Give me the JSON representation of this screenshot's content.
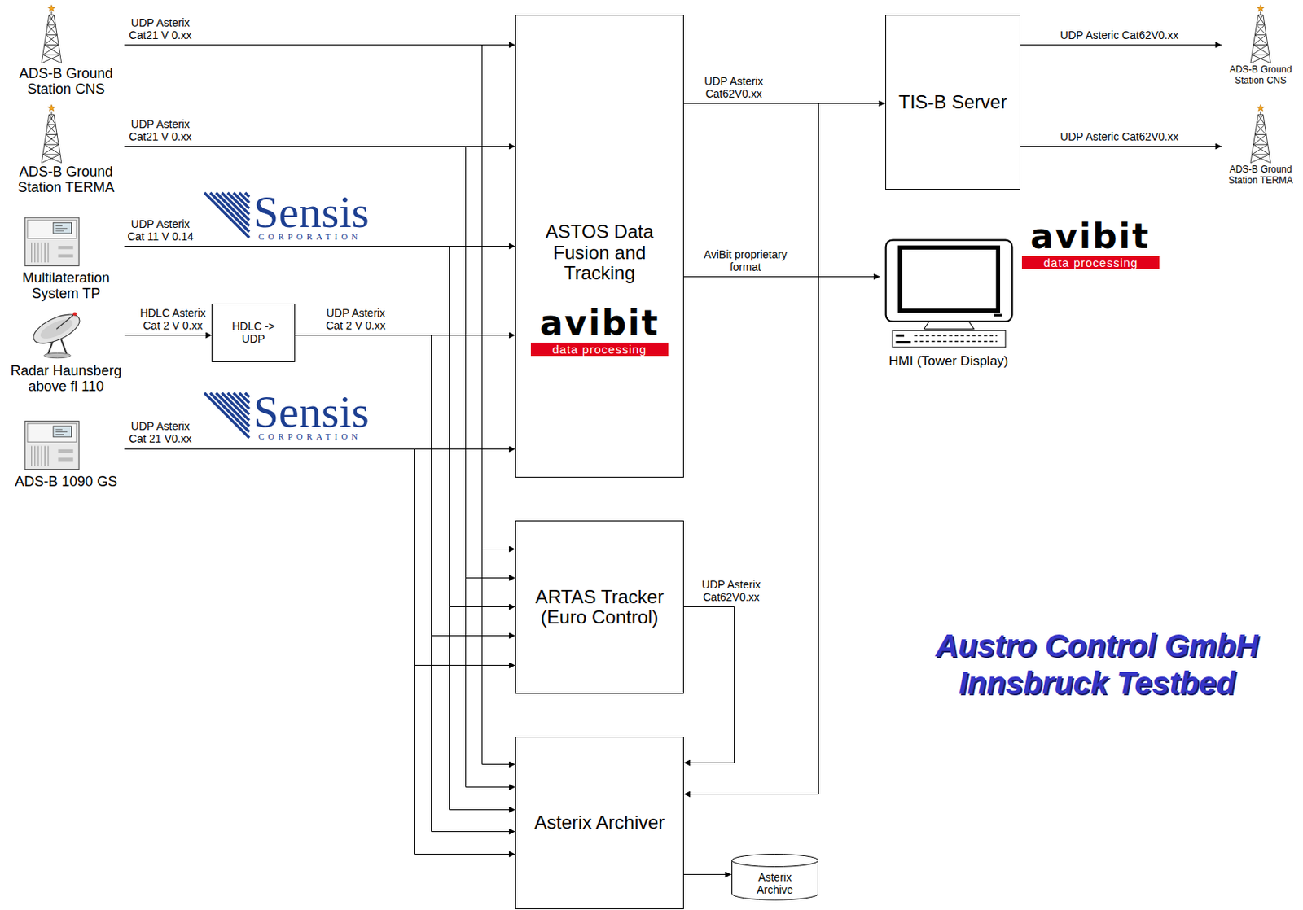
{
  "diagram": {
    "title": "Austro Control GmbH Innsbruck Testbed",
    "nodes": [
      {
        "text": [
          "ADS-B Ground Station CNS"
        ]
      },
      {
        "text": [
          "ADS-B Ground Station TERMA"
        ]
      },
      {
        "text": [
          "Multilateration System TP"
        ]
      },
      {
        "text": [
          "Radar Haunsberg above fl 110"
        ]
      },
      {
        "text": [
          "HDLC -> UDP"
        ]
      },
      {
        "text": [
          "ADS-B 1090 GS"
        ]
      },
      {
        "text": [
          "ASTOS Data Fusion and Tracking",
          "avibit",
          "data processing"
        ]
      },
      {
        "text": [
          "ARTAS Tracker (Euro Control)"
        ]
      },
      {
        "text": [
          "Asterix Archiver"
        ]
      },
      {
        "text": [
          "Asterix Archive"
        ]
      },
      {
        "text": [
          "TIS-B Server"
        ]
      },
      {
        "text": [
          "HMI (Tower Display)"
        ]
      },
      {
        "text": [
          "ADS-B Ground Station CNS"
        ]
      },
      {
        "text": [
          "ADS-B Ground Station TERMA"
        ]
      }
    ],
    "edges": [
      {
        "from": 0,
        "to": 6,
        "arrow": "to",
        "label": "UDP Asterix Cat21 V 0.xx"
      },
      {
        "from": 1,
        "to": 6,
        "arrow": "to",
        "label": "UDP Asterix Cat21 V 0.xx"
      },
      {
        "from": 2,
        "to": 6,
        "arrow": "to",
        "label": "UDP Asterix Cat 11 V 0.14"
      },
      {
        "from": 3,
        "to": 4,
        "arrow": "to",
        "label": "HDLC Asterix Cat 2 V 0.xx"
      },
      {
        "from": 4,
        "to": 6,
        "arrow": "to",
        "label": "UDP Asterix Cat 2 V 0.xx"
      },
      {
        "from": 5,
        "to": 6,
        "arrow": "to",
        "label": "UDP Asterix Cat 21 V0.xx"
      },
      {
        "from": 6,
        "to": 10,
        "arrow": "to",
        "label": "UDP Asterix Cat62V0.xx"
      },
      {
        "from": 6,
        "to": 11,
        "arrow": "to",
        "label": "AviBit proprietary format"
      },
      {
        "from": 10,
        "to": 12,
        "arrow": "to",
        "label": "UDP Asteric Cat62V0.xx"
      },
      {
        "from": 10,
        "to": 13,
        "arrow": "to",
        "label": "UDP Asteric Cat62V0.xx"
      },
      {
        "from": 0,
        "to": 7,
        "arrow": "to"
      },
      {
        "from": 1,
        "to": 7,
        "arrow": "to"
      },
      {
        "from": 2,
        "to": 7,
        "arrow": "to"
      },
      {
        "from": 4,
        "to": 7,
        "arrow": "to"
      },
      {
        "from": 5,
        "to": 7,
        "arrow": "to"
      },
      {
        "from": 0,
        "to": 8,
        "arrow": "to"
      },
      {
        "from": 1,
        "to": 8,
        "arrow": "to"
      },
      {
        "from": 2,
        "to": 8,
        "arrow": "to"
      },
      {
        "from": 4,
        "to": 8,
        "arrow": "to"
      },
      {
        "from": 5,
        "to": 8,
        "arrow": "to"
      },
      {
        "from": 7,
        "to": 8,
        "arrow": "to",
        "label": "UDP Asterix Cat62V0.xx"
      },
      {
        "from": 6,
        "to": 8,
        "arrow": "to"
      },
      {
        "from": 8,
        "to": 9,
        "arrow": "to"
      }
    ],
    "labels": [
      "Sensis",
      "CORPORATION",
      "Sensis",
      "CORPORATION",
      "avibit",
      "data processing"
    ]
  }
}
